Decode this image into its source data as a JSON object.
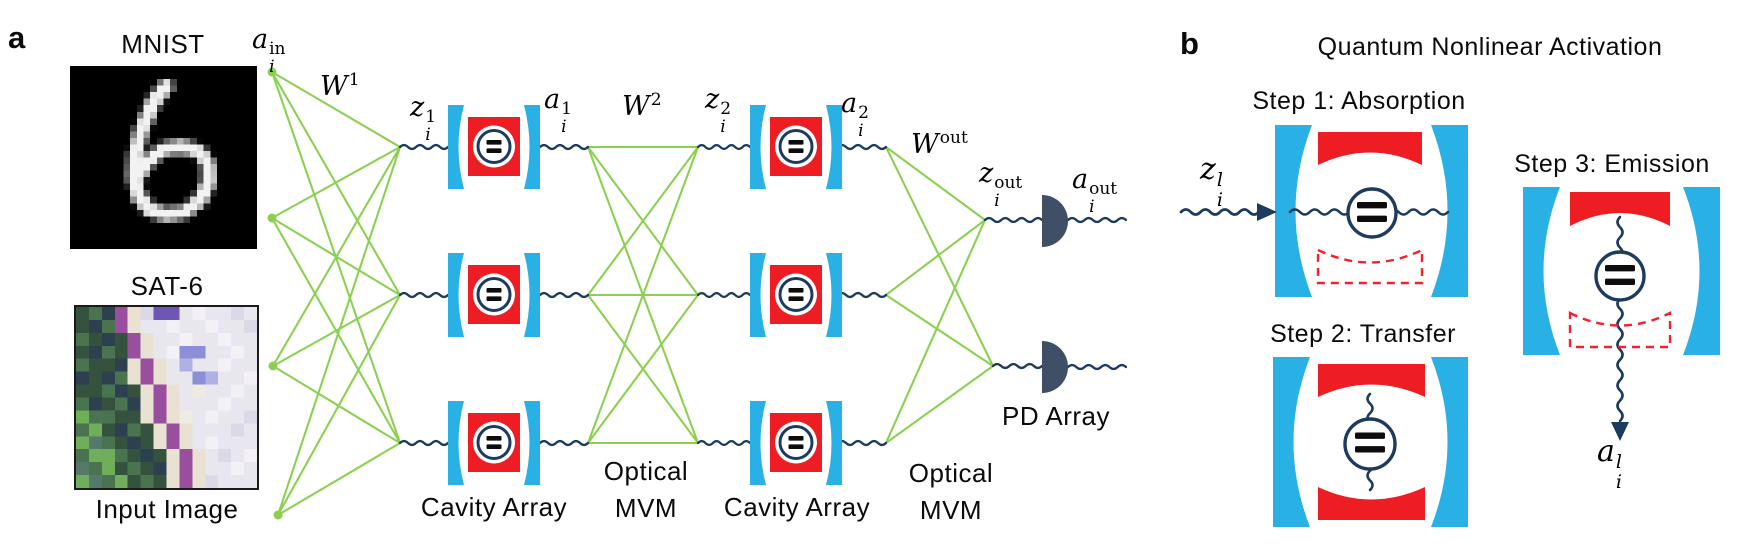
{
  "a": {
    "panel_label": "a",
    "mnist_title": "MNIST",
    "sat6_title": "SAT-6",
    "input_image_caption": "Input Image",
    "cavity_array_1": "Cavity Array",
    "cavity_array_2": "Cavity Array",
    "optical_1": "Optical",
    "mvm_1": "MVM",
    "optical_2": "Optical",
    "mvm_2": "MVM",
    "pd_array": "PD Array",
    "math": {
      "a_in": {
        "main": "a",
        "sup": "in",
        "sub": "i"
      },
      "w1": {
        "main": "W",
        "sup": "1"
      },
      "z1": {
        "main": "z",
        "sup": "1",
        "sub": "i"
      },
      "a1": {
        "main": "a",
        "sup": "1",
        "sub": "i"
      },
      "w2": {
        "main": "W",
        "sup": "2"
      },
      "z2": {
        "main": "z",
        "sup": "2",
        "sub": "i"
      },
      "a2": {
        "main": "a",
        "sup": "2",
        "sub": "i"
      },
      "w_out": {
        "main": "W",
        "sup": "out"
      },
      "z_out": {
        "main": "z",
        "sup": "out",
        "sub": "i"
      },
      "a_out": {
        "main": "a",
        "sup": "out",
        "sub": "i"
      }
    }
  },
  "b": {
    "panel_label": "b",
    "title": "Quantum Nonlinear Activation",
    "step1": "Step 1: Absorption",
    "step2": "Step 2: Transfer",
    "step3": "Step 3: Emission",
    "math": {
      "z_l": {
        "main": "z",
        "sup": "l",
        "sub": "i"
      },
      "a_l": {
        "main": "a",
        "sup": "l",
        "sub": "i"
      }
    }
  },
  "images": {
    "mnist": {
      "digit_shown": "6",
      "stroke": [
        [
          14.5,
          3
        ],
        [
          12.5,
          5.5
        ],
        [
          10.8,
          9.5
        ],
        [
          9.8,
          13.5
        ],
        [
          9.6,
          17
        ],
        [
          10.3,
          20
        ],
        [
          12,
          22
        ],
        [
          14.5,
          22.8
        ],
        [
          17.3,
          22.3
        ],
        [
          19.5,
          20.5
        ],
        [
          20.8,
          17.8
        ],
        [
          20.7,
          15
        ],
        [
          19.2,
          12.9
        ],
        [
          16.6,
          12.2
        ],
        [
          13.9,
          12.8
        ],
        [
          11.8,
          14.5
        ],
        [
          10.2,
          16.8
        ]
      ]
    },
    "sat6": {
      "palette": {
        "g": "#35523f",
        "h": "#4a7350",
        "l": "#6fae5b",
        "s": "#2c4050",
        "q": "#55796b",
        "r": "#e9e2d2",
        "p": "#9a4f9e",
        "u": "#6f55b5",
        "w": "#e8e7ef",
        "W": "#f3f1f6",
        "v": "#dbd9e7",
        "x": "#eeebe2",
        "b": "#8a8fd8",
        "B": "#aeb1e4"
      },
      "grid": [
        "ghsprvuuwWwwvw",
        "gshprwwWwwWwwv",
        "hgsgprwwWwwWww",
        "gshgprwWbbwwWw",
        "hggsrprwBwwWww",
        "sgshrprwwbBwwW",
        "gghsgrprwxwwWw",
        "hsghsrprwwwWww",
        "lhhggrprxwWwwv",
        "hlgshgrprwwwvw",
        "lqhgsgrprwWwww",
        "hllhgsgrprwvwW",
        "qhlghgsrprwwWw",
        "lqhlghgrprvwww"
      ]
    }
  },
  "colors": {
    "connection_green": "#8cd052",
    "waveguide_navy": "#1d3a5f",
    "mirror_cyan": "#29b0e4",
    "mirror_red": "#ee1c23",
    "dashed_red": "#f5202b",
    "detector_slate": "#3e4f66",
    "atom_level_black": "#0d0d0d"
  }
}
